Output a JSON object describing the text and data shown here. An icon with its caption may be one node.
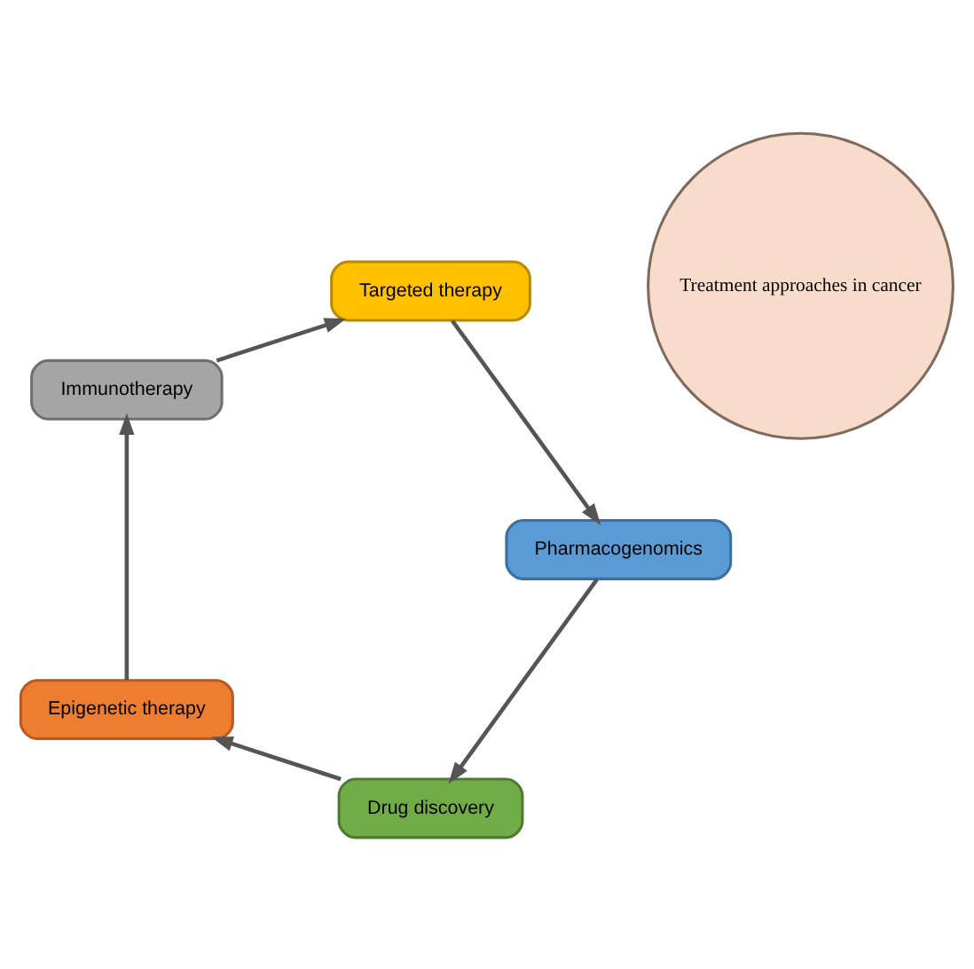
{
  "diagram": {
    "nodes": [
      {
        "text": [
          "Treatment approaches in cancer"
        ]
      },
      {
        "text": [
          "Drug discovery"
        ]
      },
      {
        "text": [
          "Epigenetic therapy"
        ]
      },
      {
        "text": [
          "Immunotherapy"
        ]
      },
      {
        "text": [
          "Targeted therapy"
        ]
      },
      {
        "text": [
          "Pharmacogenomics"
        ]
      }
    ],
    "edges": [
      {
        "from": 1,
        "to": 2,
        "arrow": "to"
      },
      {
        "from": 2,
        "to": 3,
        "arrow": "to"
      },
      {
        "from": 3,
        "to": 4,
        "arrow": "to"
      },
      {
        "from": 4,
        "to": 5,
        "arrow": "to"
      },
      {
        "from": 5,
        "to": 1,
        "arrow": "to"
      }
    ]
  }
}
